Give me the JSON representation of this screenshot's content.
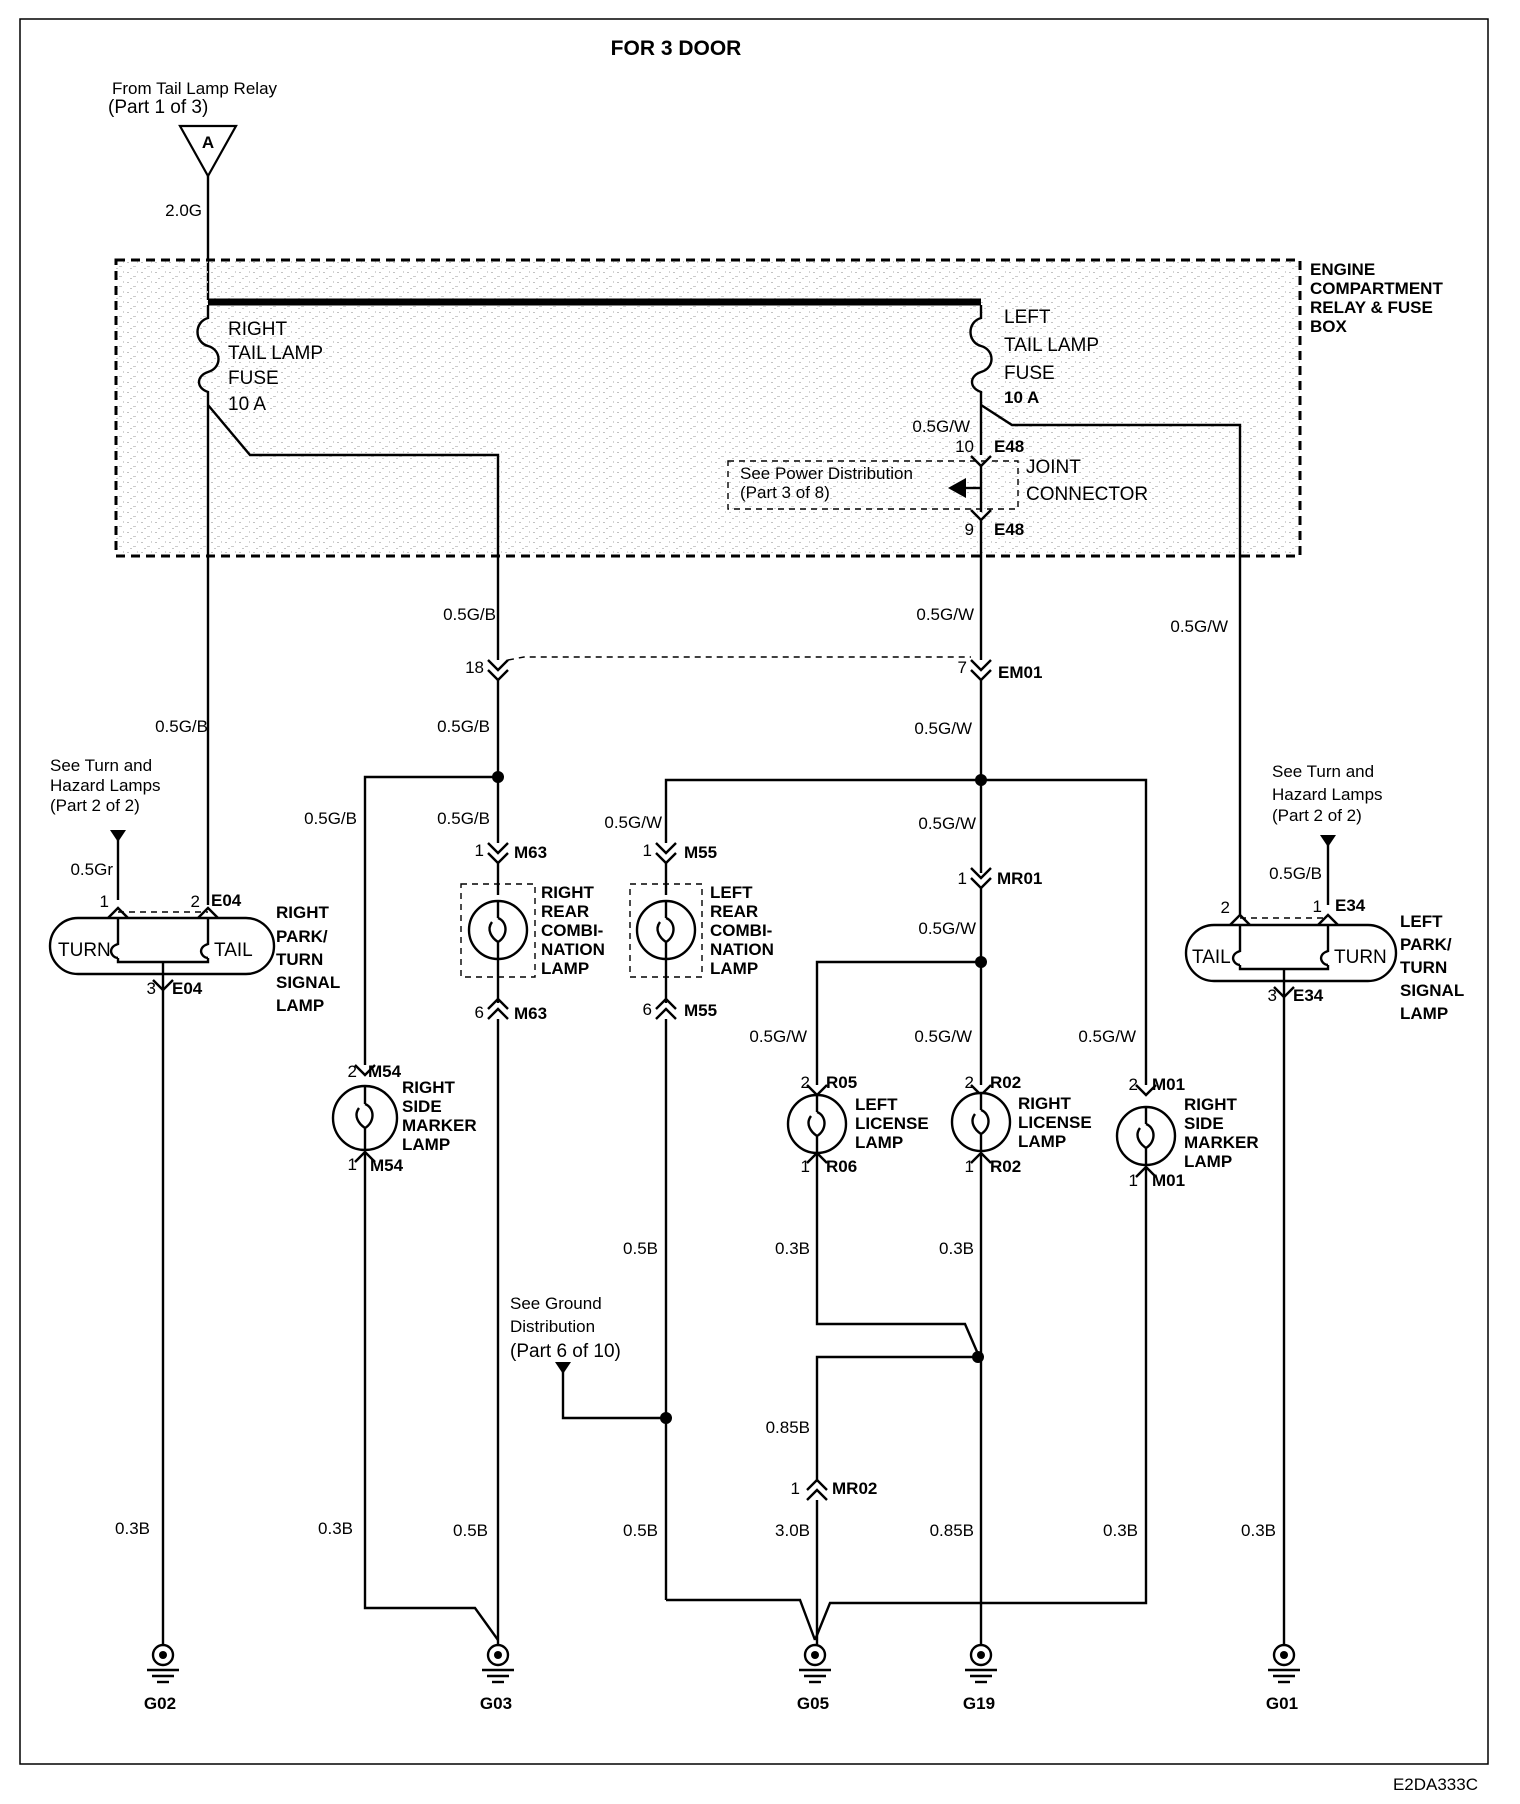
{
  "title": "FOR 3 DOOR",
  "diagram_id": "E2DA333C",
  "source": {
    "line1": "From Tail Lamp Relay",
    "line2": "(Part 1 of 3)",
    "terminal": "A",
    "wire": "2.0G"
  },
  "box": {
    "line1": "ENGINE",
    "line2": "COMPARTMENT",
    "line3": "RELAY & FUSE",
    "line4": "BOX"
  },
  "right_fuse": {
    "line1": "RIGHT",
    "line2": "TAIL LAMP",
    "line3": "FUSE",
    "line4": "10 A"
  },
  "left_fuse": {
    "line1": "LEFT",
    "line2": "TAIL LAMP",
    "line3": "FUSE",
    "line4": "10 A"
  },
  "joint": {
    "line1": "JOINT",
    "line2": "CONNECTOR",
    "see1": "See Power Distribution",
    "see2": "(Part 3 of 8)",
    "pin_top": "10",
    "pin_bottom": "9",
    "connector": "E48",
    "wire_top": "0.5G/W"
  },
  "wires": {
    "gb": "0.5G/B",
    "gw": "0.5G/W",
    "gr": "0.5Gr",
    "b03": "0.3B",
    "b05": "0.5B",
    "b085": "0.85B",
    "b30": "3.0B"
  },
  "connectors": {
    "em01": "EM01",
    "em01_pin_left": "18",
    "em01_pin_right": "7",
    "m63": "M63",
    "m55": "M55",
    "mr01": "MR01",
    "mr02": "MR02",
    "e04": "E04",
    "e34": "E34",
    "m54": "M54",
    "m01": "M01",
    "r05": "R05",
    "r06": "R06",
    "r02": "R02"
  },
  "pins": {
    "p1": "1",
    "p2": "2",
    "p3": "3",
    "p6": "6"
  },
  "see_turn": {
    "line1": "See Turn and",
    "line2": "Hazard Lamps",
    "line3": "(Part 2 of 2)"
  },
  "see_ground": {
    "line1": "See Ground",
    "line2": "Distribution",
    "line3": "(Part 6 of 10)"
  },
  "right_park": {
    "line1": "RIGHT",
    "line2": "PARK/",
    "line3": "TURN",
    "line4": "SIGNAL",
    "line5": "LAMP",
    "turn": "TURN",
    "tail": "TAIL"
  },
  "left_park": {
    "line1": "LEFT",
    "line2": "PARK/",
    "line3": "TURN",
    "line4": "SIGNAL",
    "line5": "LAMP",
    "turn": "TURN",
    "tail": "TAIL"
  },
  "right_rear": {
    "line1": "RIGHT",
    "line2": "REAR",
    "line3": "COMBI-",
    "line4": "NATION",
    "line5": "LAMP"
  },
  "left_rear": {
    "line1": "LEFT",
    "line2": "REAR",
    "line3": "COMBI-",
    "line4": "NATION",
    "line5": "LAMP"
  },
  "right_side_marker_a": {
    "line1": "RIGHT",
    "line2": "SIDE",
    "line3": "MARKER",
    "line4": "LAMP"
  },
  "right_side_marker_b": {
    "line1": "RIGHT",
    "line2": "SIDE",
    "line3": "MARKER",
    "line4": "LAMP"
  },
  "left_license": {
    "line1": "LEFT",
    "line2": "LICENSE",
    "line3": "LAMP"
  },
  "right_license": {
    "line1": "RIGHT",
    "line2": "LICENSE",
    "line3": "LAMP"
  },
  "grounds": {
    "g01": "G01",
    "g02": "G02",
    "g03": "G03",
    "g05": "G05",
    "g19": "G19"
  }
}
